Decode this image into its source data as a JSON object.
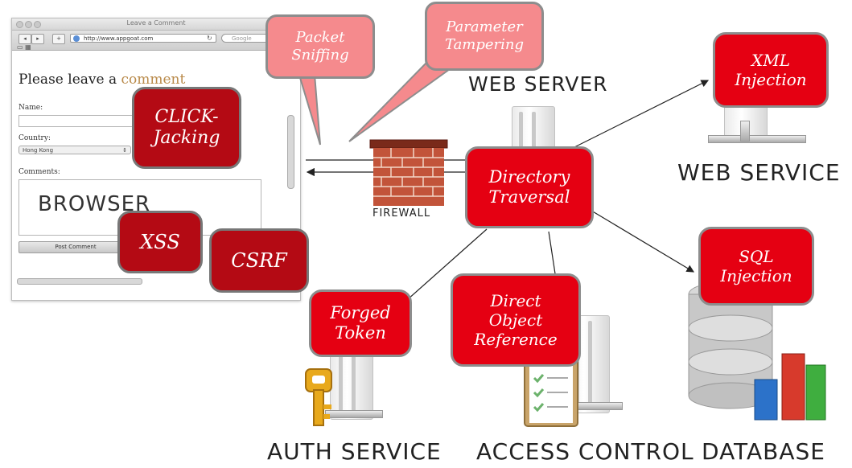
{
  "browser": {
    "window_title": "Leave a Comment",
    "url": "http://www.appgoat.com",
    "search_placeholder": "Google",
    "page_heading_prefix": "Please leave a ",
    "page_heading_highlight": "comment",
    "name_label": "Name:",
    "country_label": "Country:",
    "country_value": "Hong Kong",
    "comments_label": "Comments:",
    "watermark": "BROWSER",
    "post_button": "Post Comment"
  },
  "callouts": {
    "packet_sniffing": "Packet\nSniffing",
    "parameter_tampering": "Parameter\nTampering"
  },
  "attacks": {
    "click_jacking": "CLICK-\nJacking",
    "xss": "XSS",
    "csrf": "CSRF",
    "directory_traversal": "Directory\nTraversal",
    "xml_injection": "XML\nInjection",
    "sql_injection": "SQL\nInjection",
    "forged_token": "Forged\nToken",
    "direct_object_reference": "Direct\nObject\nReference"
  },
  "components": {
    "web_server": "WEB SERVER",
    "firewall": "FIREWALL",
    "web_service": "WEB SERVICE",
    "auth_service": "AUTH SERVICE",
    "access_control": "ACCESS CONTROL",
    "database": "DATABASE"
  },
  "colors": {
    "attack_red": "#e50012",
    "attack_dark_red": "#b40a14",
    "callout_pink": "#f58a8d",
    "box_border": "#8d8d8d"
  }
}
